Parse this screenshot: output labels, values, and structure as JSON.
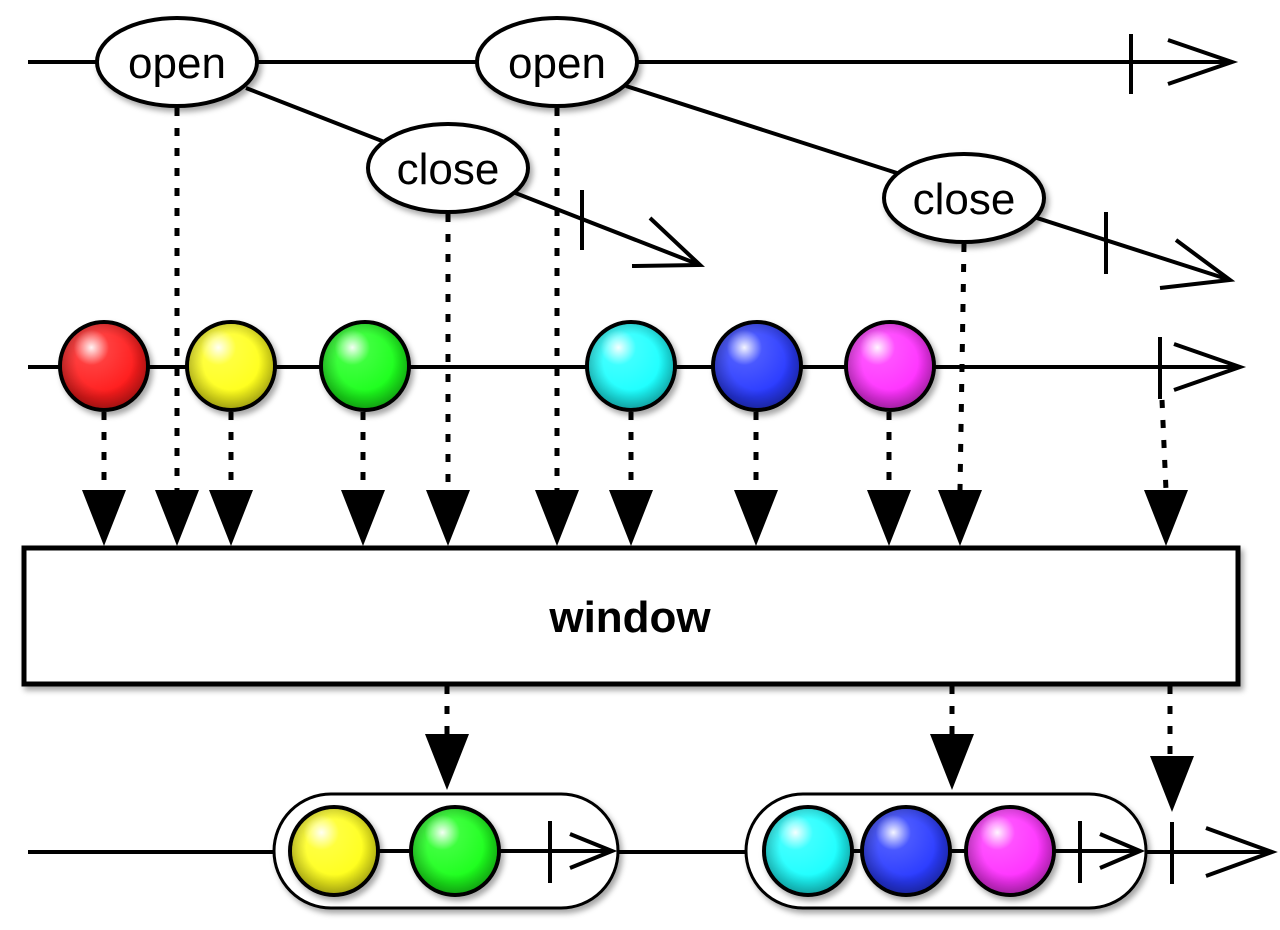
{
  "operator": {
    "label": "window"
  },
  "openings": {
    "labels": [
      "open",
      "open"
    ]
  },
  "closings": {
    "labels": [
      "close",
      "close"
    ]
  },
  "source_marbles": [
    {
      "color": "#ff1a1a",
      "name": "red"
    },
    {
      "color": "#ffff1a",
      "name": "yellow"
    },
    {
      "color": "#1aff1a",
      "name": "green"
    },
    {
      "color": "#1affff",
      "name": "cyan"
    },
    {
      "color": "#2a3aff",
      "name": "blue"
    },
    {
      "color": "#ff33ff",
      "name": "magenta"
    }
  ],
  "output_windows": [
    {
      "marbles": [
        "#ffff1a",
        "#1aff1a"
      ]
    },
    {
      "marbles": [
        "#1affff",
        "#2a3aff",
        "#ff33ff"
      ]
    }
  ]
}
